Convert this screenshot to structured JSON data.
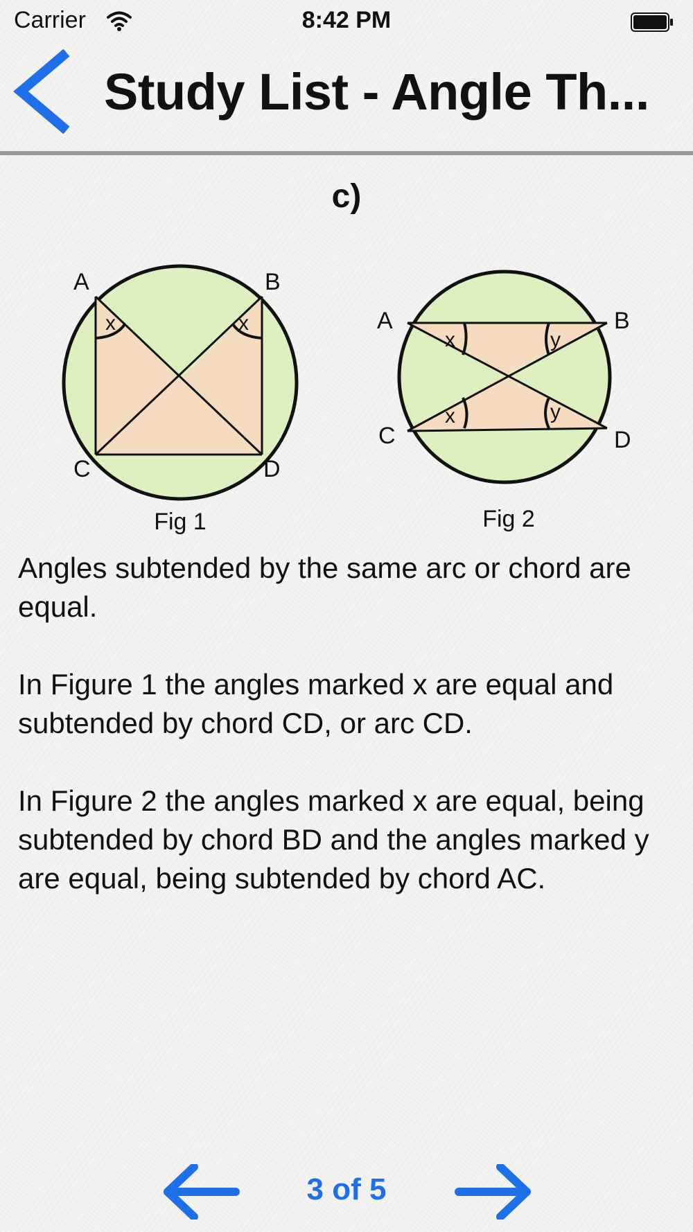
{
  "status_bar": {
    "carrier": "Carrier",
    "time": "8:42 PM",
    "wifi_icon": "wifi-icon",
    "battery_icon": "battery-icon"
  },
  "nav": {
    "back_icon": "chevron-left-icon",
    "title": "Study List - Angle Th..."
  },
  "content": {
    "heading": "c)",
    "figure1": {
      "caption": "Fig 1",
      "points": [
        "A",
        "B",
        "C",
        "D"
      ],
      "angle_label": "x"
    },
    "figure2": {
      "caption": "Fig 2",
      "points": [
        "A",
        "B",
        "C",
        "D"
      ],
      "angle_labels": [
        "x",
        "y"
      ]
    },
    "paragraphs": [
      "Angles subtended by the same arc or chord are equal.",
      "In Figure 1 the angles marked x are equal and subtended by chord CD, or arc CD.",
      "In Figure 2 the angles marked x are equal, being subtended by chord BD and the angles marked y are equal, being subtended by chord AC."
    ]
  },
  "pager": {
    "label": "3 of 5",
    "prev_icon": "arrow-left-icon",
    "next_icon": "arrow-right-icon"
  },
  "colors": {
    "accent": "#1f6fe8",
    "circle_fill": "#dff0c0",
    "triangle_fill": "#f5dcc0"
  }
}
